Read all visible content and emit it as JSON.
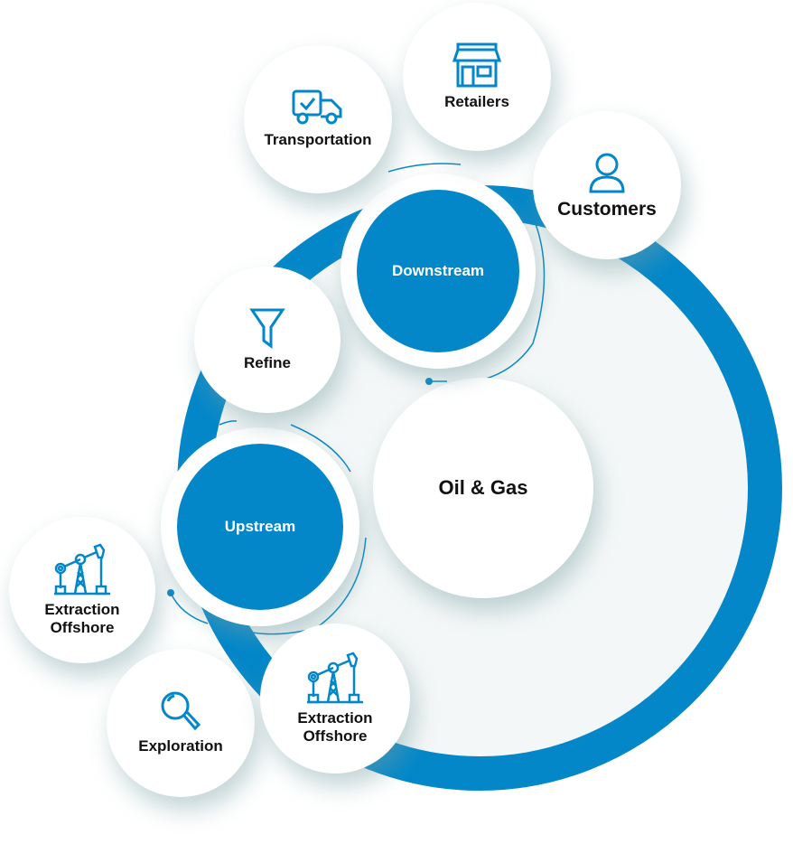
{
  "diagram": {
    "center": {
      "label": "Oil & Gas"
    },
    "hubs": [
      {
        "id": "downstream",
        "label": "Downstream"
      },
      {
        "id": "upstream",
        "label": "Upstream"
      }
    ],
    "nodes": {
      "transportation": {
        "label": "Transportation",
        "icon": "delivery-truck-check-icon"
      },
      "retailers": {
        "label": "Retailers",
        "icon": "storefront-icon"
      },
      "customers": {
        "label": "Customers",
        "icon": "user-icon"
      },
      "refine": {
        "label": "Refine",
        "icon": "funnel-icon"
      },
      "extraction_left": {
        "label_line1": "Extraction",
        "label_line2": "Offshore",
        "icon": "oil-pumpjack-icon"
      },
      "exploration": {
        "label": "Exploration",
        "icon": "magnifier-icon"
      },
      "extraction_right": {
        "label_line1": "Extraction",
        "label_line2": "Offshore",
        "icon": "oil-pumpjack-icon"
      }
    },
    "colors": {
      "accent_blue": "#0387c9",
      "text": "#111111",
      "background": "#ffffff",
      "inner_fill": "#f4f7f7"
    }
  }
}
